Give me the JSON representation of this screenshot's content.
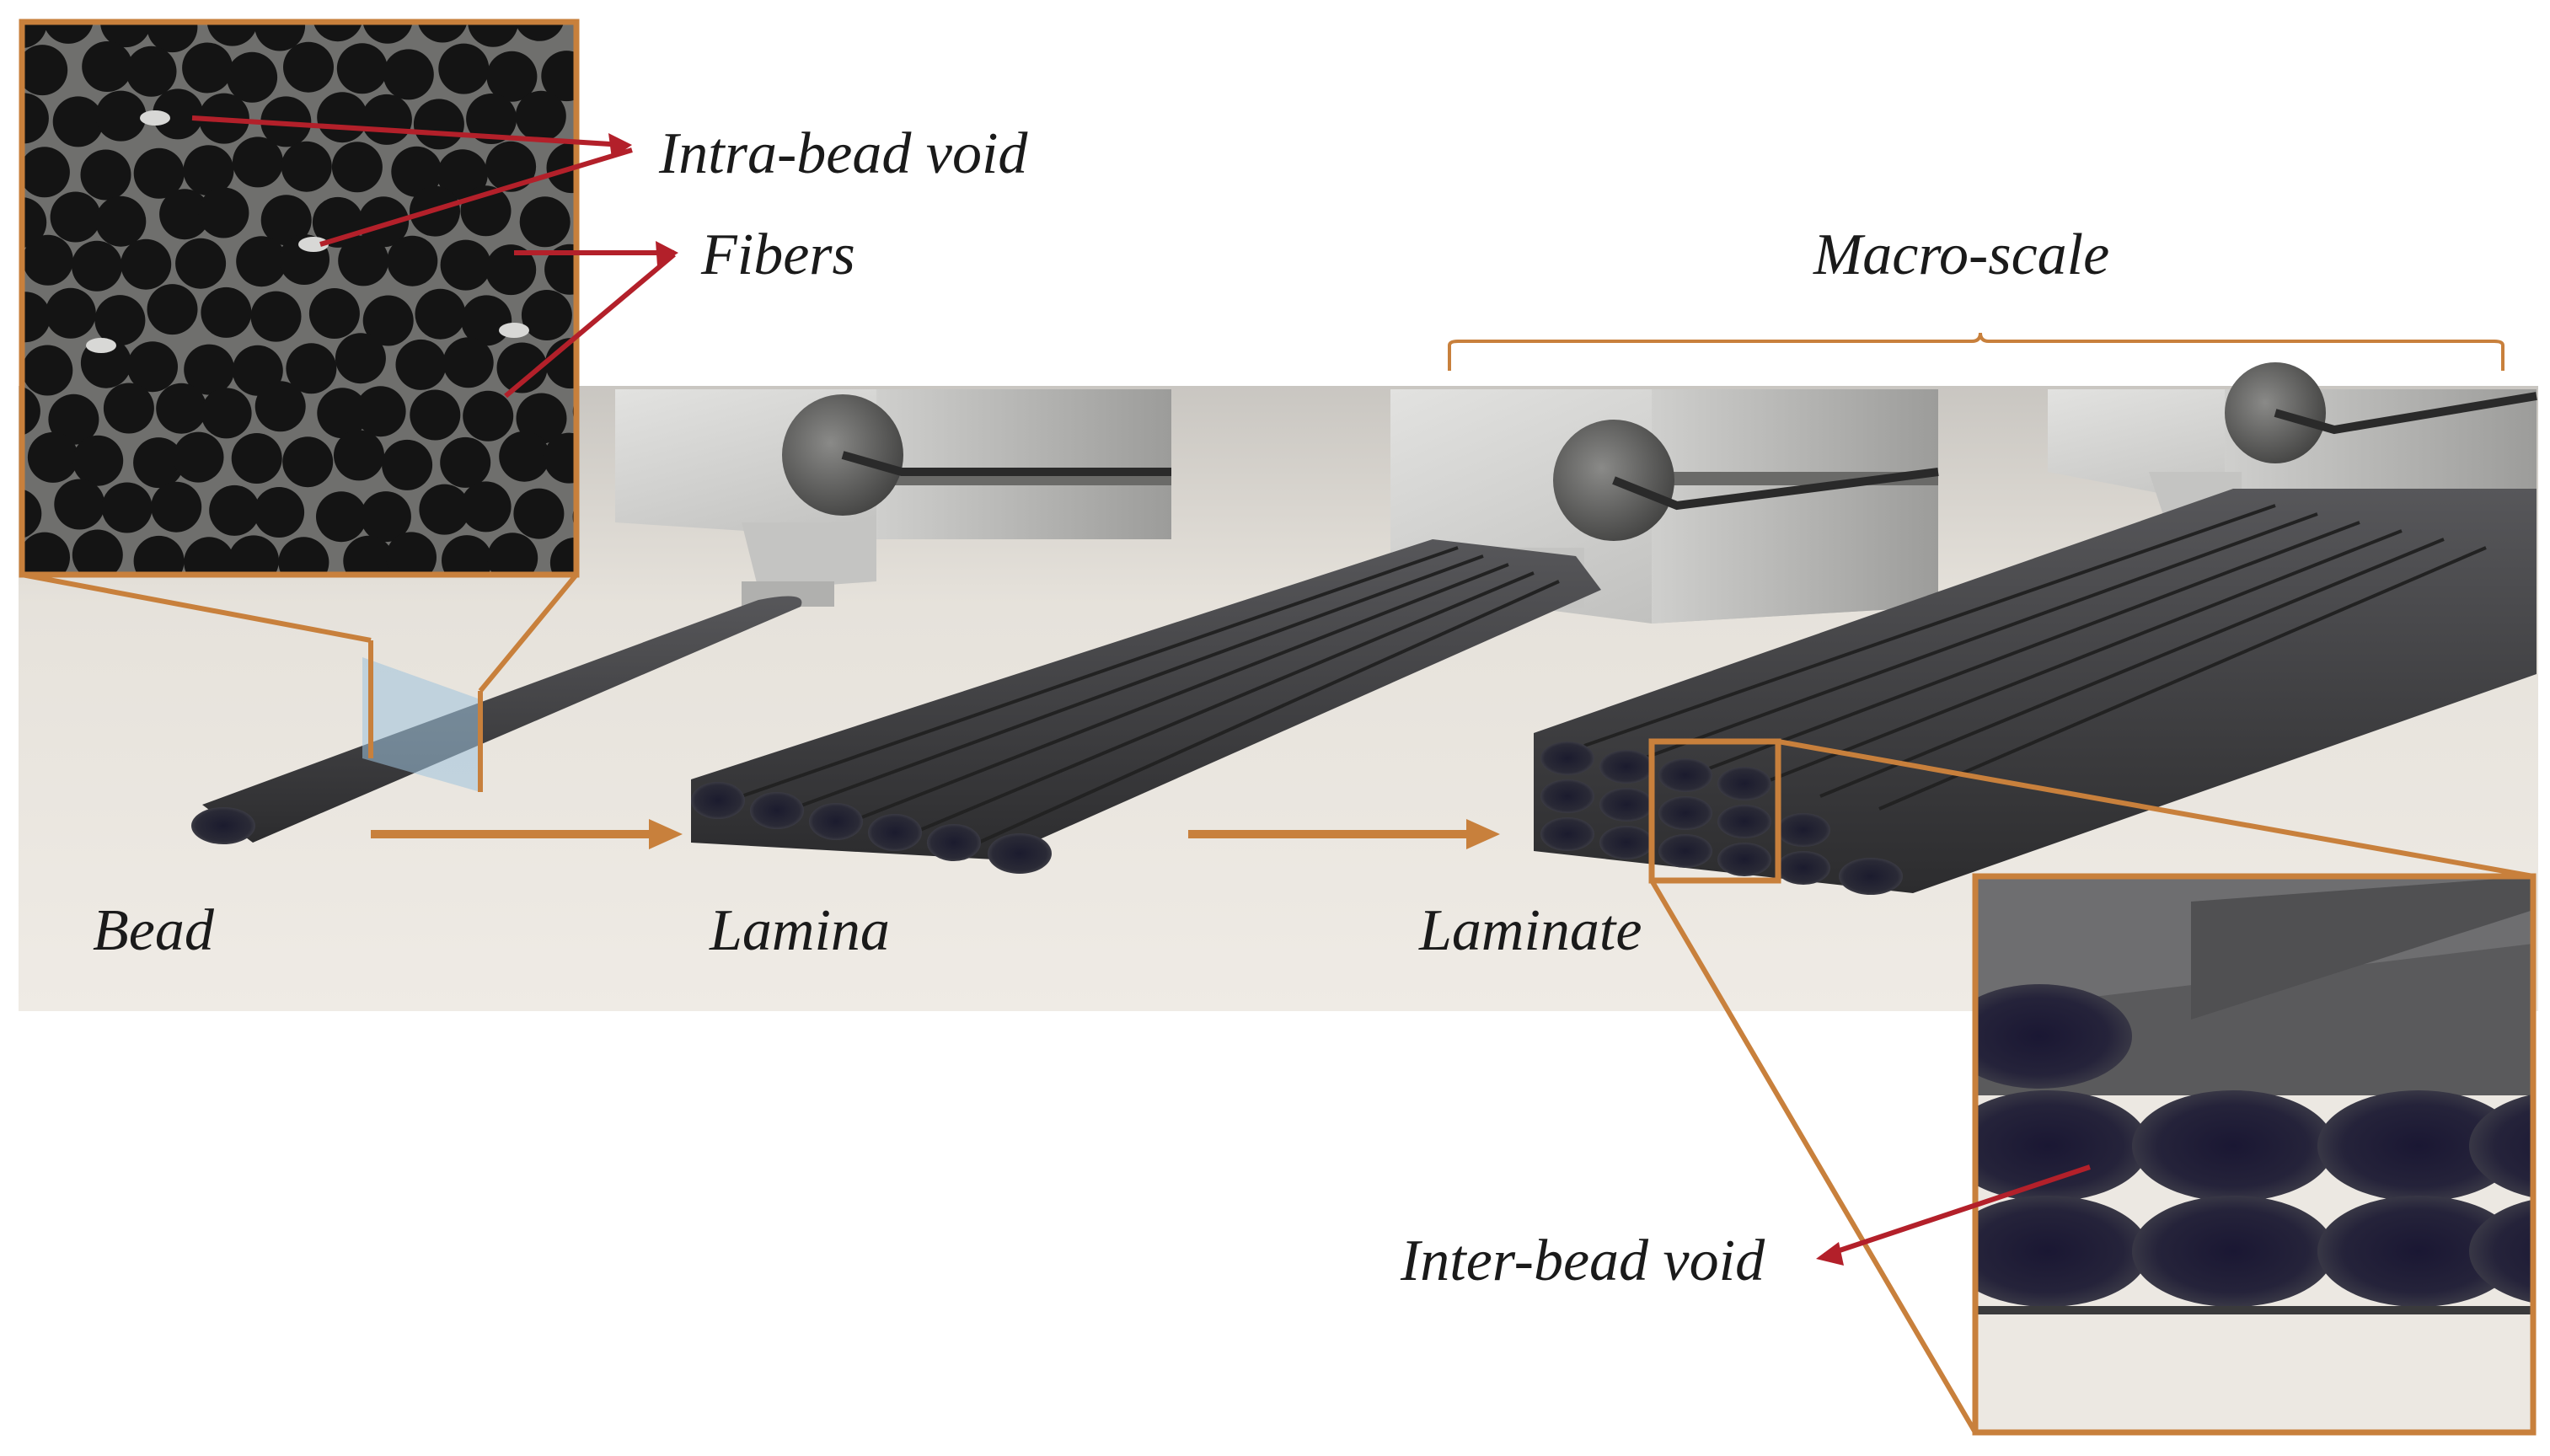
{
  "labels": {
    "intra_bead_void": "Intra-bead void",
    "fibers": "Fibers",
    "macro_scale": "Macro-scale",
    "bead": "Bead",
    "lamina": "Lamina",
    "laminate": "Laminate",
    "inter_bead_void": "Inter-bead void"
  },
  "colors": {
    "accent_orange": "#c8803c",
    "pointer_red": "#b3202a",
    "filament": "#3a3a3c",
    "nozzle": "#cfcfcd",
    "floor": "#ece8e2",
    "inset_bg": "#6e6e6c"
  }
}
